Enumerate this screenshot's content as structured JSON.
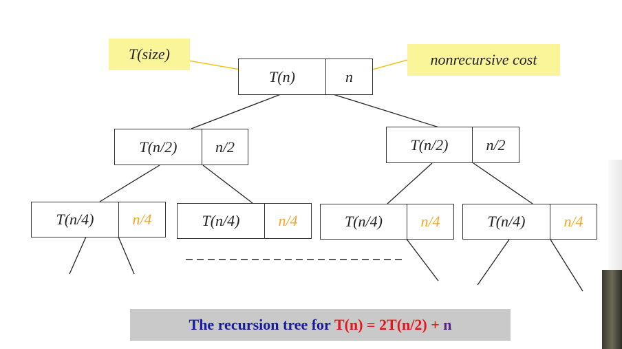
{
  "annotations": {
    "size_label": "T(size)",
    "cost_label": "nonrecursive cost"
  },
  "tree": {
    "root": {
      "t": "T(n)",
      "cost": "n"
    },
    "level1": [
      {
        "t": "T(n/2)",
        "cost": "n/2"
      },
      {
        "t": "T(n/2)",
        "cost": "n/2"
      }
    ],
    "level2": [
      {
        "t": "T(n/4)",
        "cost": "n/4"
      },
      {
        "t": "T(n/4)",
        "cost": "n/4"
      },
      {
        "t": "T(n/4)",
        "cost": "n/4"
      },
      {
        "t": "T(n/4)",
        "cost": "n/4"
      }
    ]
  },
  "caption": {
    "prefix": "The recursion tree for ",
    "equation": "T(n) = 2T(n/2) + ",
    "suffix": "n"
  },
  "colors": {
    "note_bg": "#fbf59a",
    "arrow": "#f0c419",
    "leaf_cost": "#f5a623",
    "caption_blue": "#1a1a9e",
    "caption_red": "#e8141b",
    "caption_purple": "#5a1f86",
    "caption_bg": "#c9c9c9"
  }
}
